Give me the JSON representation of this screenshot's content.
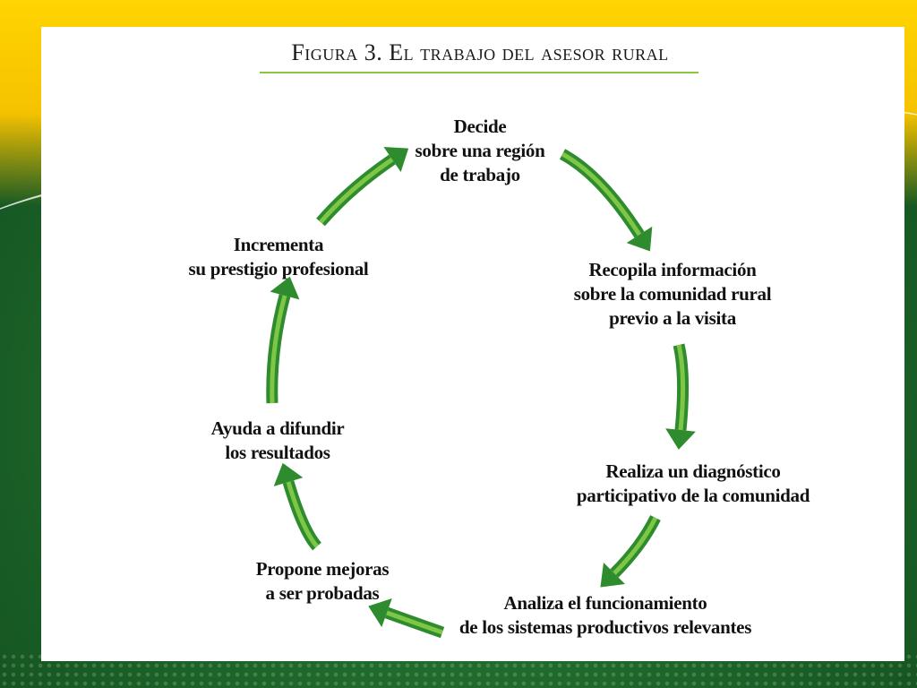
{
  "title": "Figura 3. El trabajo del asesor rural",
  "colors": {
    "arrow_dark": "#2e8b2e",
    "arrow_light": "#8cd04a",
    "rule": "#8cc63f"
  },
  "cycle": [
    {
      "id": "decide",
      "lines": [
        "Decide",
        "sobre una región",
        "de trabajo"
      ]
    },
    {
      "id": "recopila",
      "lines": [
        "Recopila información",
        "sobre la comunidad rural",
        "previo a la visita"
      ]
    },
    {
      "id": "realiza",
      "lines": [
        "Realiza un diagnóstico",
        "participativo de la comunidad"
      ]
    },
    {
      "id": "analiza",
      "lines": [
        "Analiza el funcionamiento",
        "de los sistemas productivos relevantes"
      ]
    },
    {
      "id": "propone",
      "lines": [
        "Propone mejoras",
        "a ser probadas"
      ]
    },
    {
      "id": "ayuda",
      "lines": [
        "Ayuda a difundir",
        "los resultados"
      ]
    },
    {
      "id": "incrementa",
      "lines": [
        "Incrementa",
        "su prestigio profesional"
      ]
    }
  ]
}
